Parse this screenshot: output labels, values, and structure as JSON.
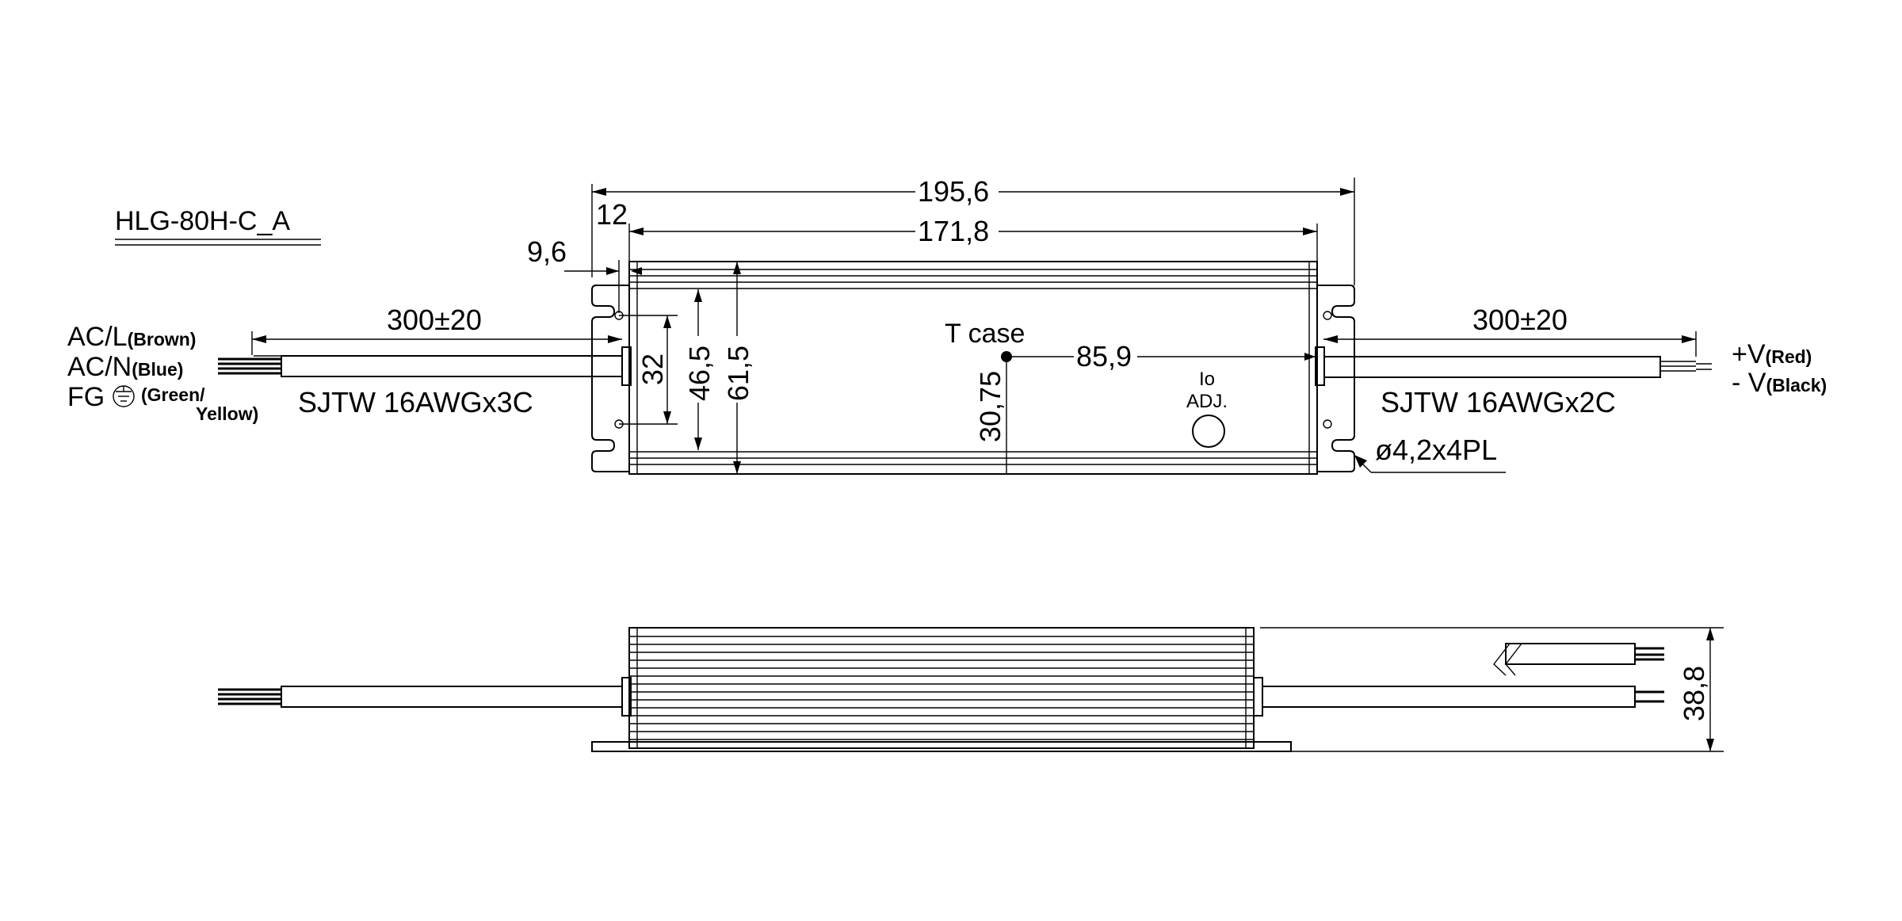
{
  "title": "HLG-80H-C_A",
  "left_wires": {
    "ac_l": {
      "main": "AC/L",
      "color": "(Brown)"
    },
    "ac_n": {
      "main": "AC/N",
      "color": "(Blue)"
    },
    "fg": {
      "main": "FG",
      "color1": "(Green/",
      "color2": "Yellow)"
    }
  },
  "right_wires": {
    "pos": {
      "main": "+V",
      "color": "(Red)"
    },
    "neg": {
      "main": "- V",
      "color": "(Black)"
    }
  },
  "cables": {
    "left": "SJTW 16AWGx3C",
    "right": "SJTW 16AWGx2C"
  },
  "dimensions": {
    "overall_length": "195,6",
    "case_length": "171,8",
    "flange": "12",
    "hole_offset": "9,6",
    "cable_left": "300±20",
    "cable_right": "300±20",
    "hole_spacing": "32",
    "inner_width": "46,5",
    "case_width": "61,5",
    "tcase_x": "85,9",
    "tcase_y": "30,75",
    "height": "38,8"
  },
  "annotations": {
    "tcase": "T case",
    "io": "Io",
    "adj": "ADJ.",
    "holes": "ø4,2x4PL"
  },
  "icons": {
    "ground": "ground-icon"
  }
}
